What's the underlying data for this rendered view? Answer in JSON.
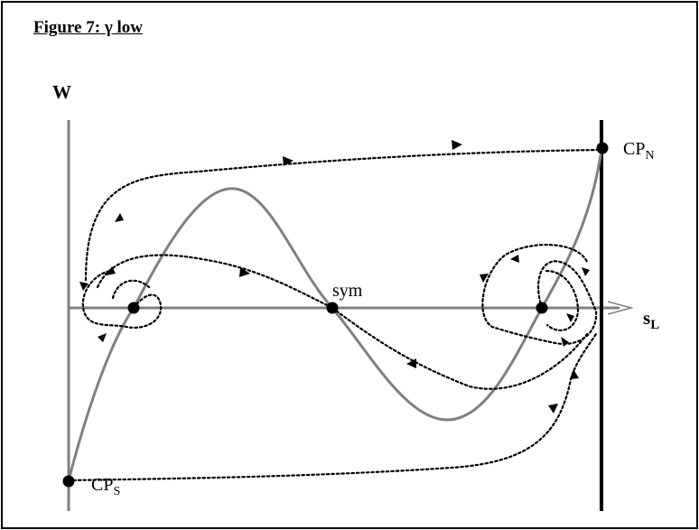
{
  "title": {
    "prefix": "Figure 7: ",
    "symbol": "γ",
    "suffix": " low"
  },
  "axes": {
    "vertical": {
      "label": "W"
    },
    "horizontal": {
      "label_main": "s",
      "label_sub": "L"
    }
  },
  "points": {
    "sym": {
      "label": "sym"
    },
    "cp_north": {
      "label_main": "CP",
      "label_sub": "N"
    },
    "cp_south": {
      "label_main": "CP",
      "label_sub": "S"
    }
  },
  "colors": {
    "axis_gray": "#808080",
    "curve_gray": "#808080",
    "trajectory": "#000000",
    "point": "#000000",
    "frame": "#000000"
  }
}
